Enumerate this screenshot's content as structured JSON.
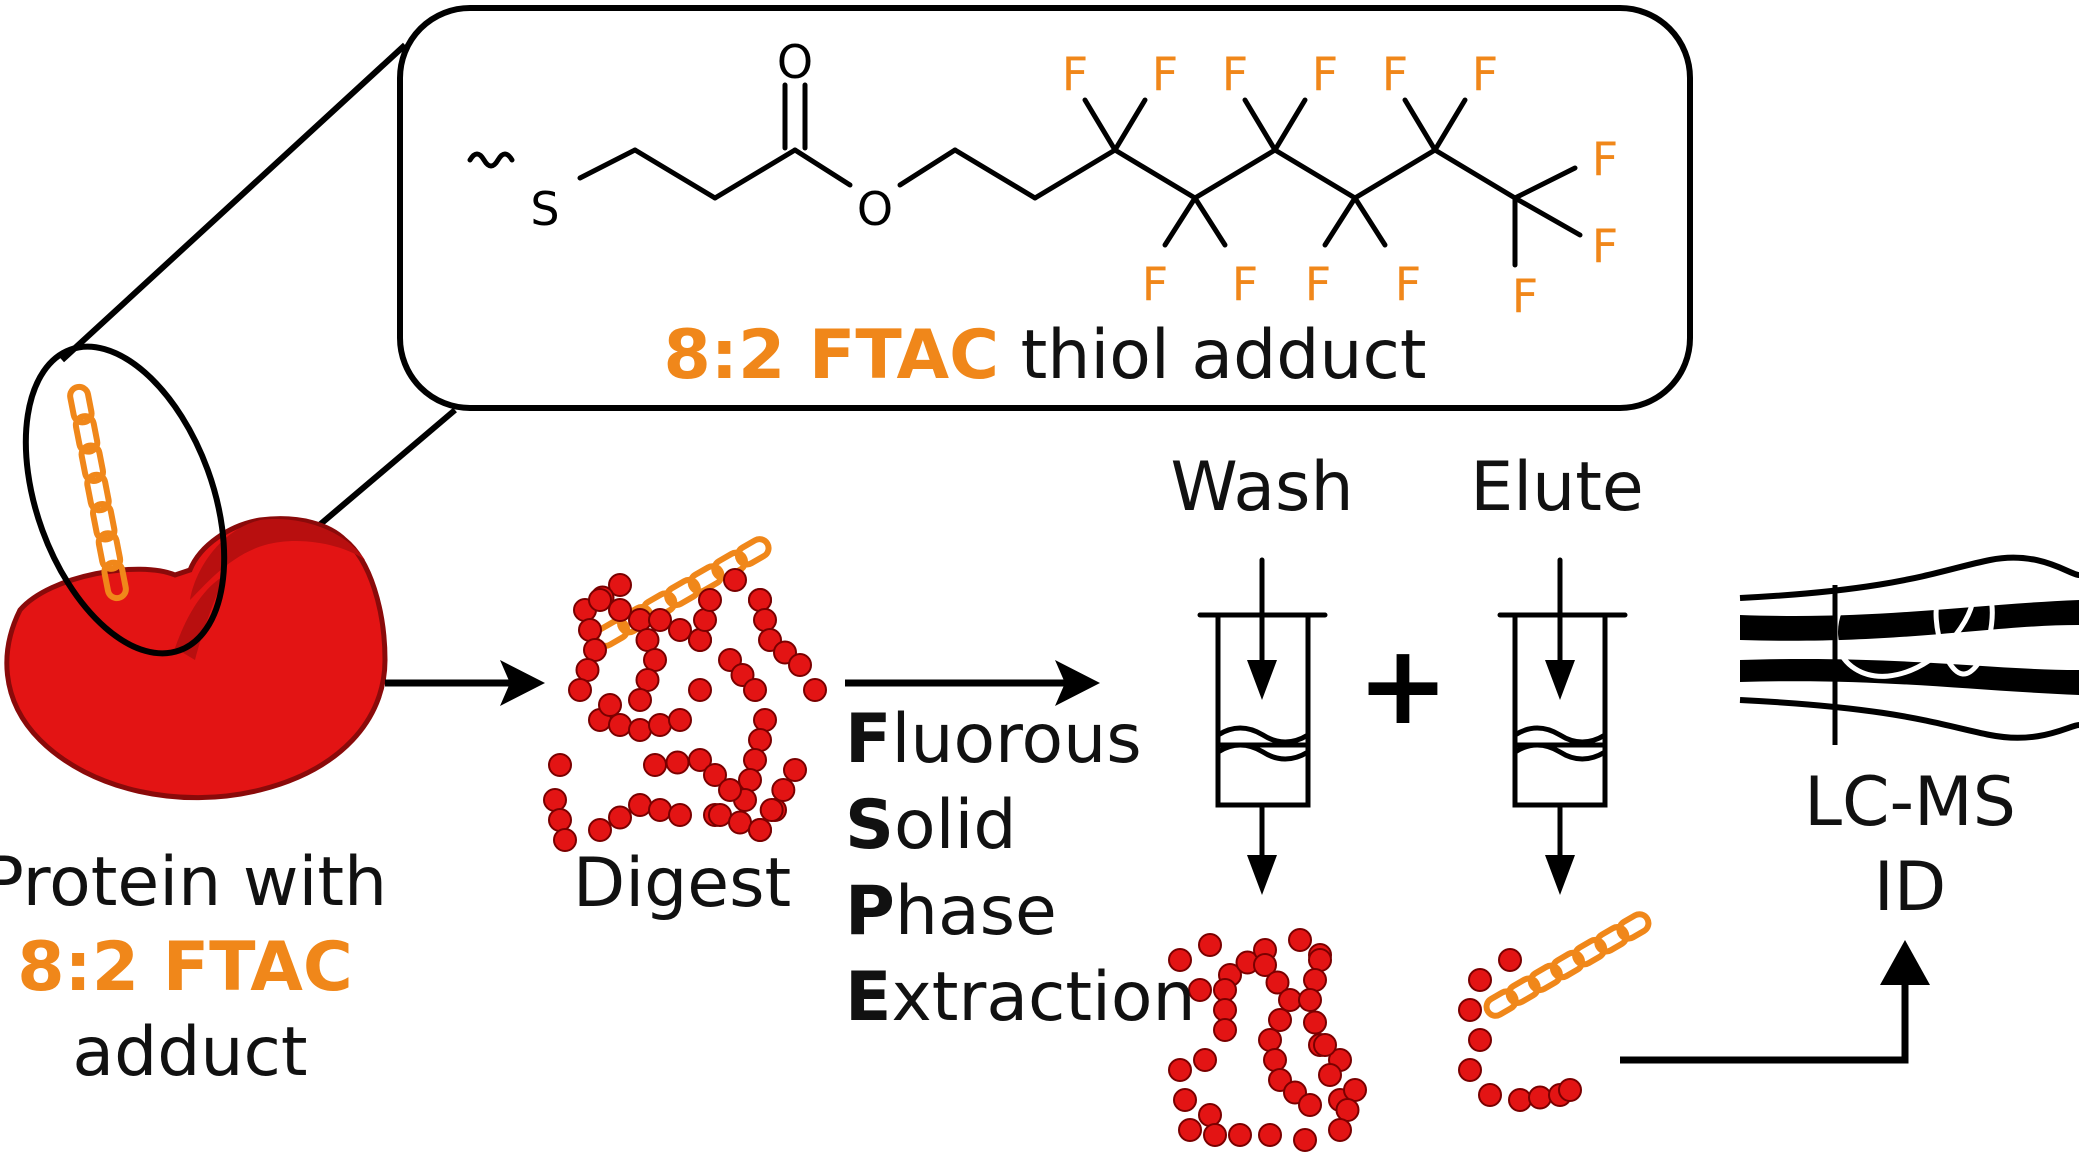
{
  "structure": {
    "atoms": {
      "O_carbonyl": "O",
      "O_ester": "O",
      "S": "S",
      "F": "F"
    },
    "caption": {
      "name": "8:2 FTAC",
      "suffix": " thiol adduct"
    }
  },
  "protein": {
    "line1": "Protein with",
    "line2": "8:2 FTAC",
    "line3": "adduct"
  },
  "digest": {
    "label": "Digest"
  },
  "fspe": {
    "steps": [
      {
        "initial": "F",
        "rest": "luorous"
      },
      {
        "initial": "S",
        "rest": "olid"
      },
      {
        "initial": "P",
        "rest": "hase"
      },
      {
        "initial": "E",
        "rest": "xtraction"
      }
    ]
  },
  "wash": {
    "label": "Wash"
  },
  "elute": {
    "label": "Elute"
  },
  "plus": {
    "label": "+"
  },
  "lcms": {
    "line1": "LC-MS",
    "line2": "ID"
  },
  "colors": {
    "accent": "#f0871a",
    "protein": "#e31414",
    "line": "#000000"
  }
}
